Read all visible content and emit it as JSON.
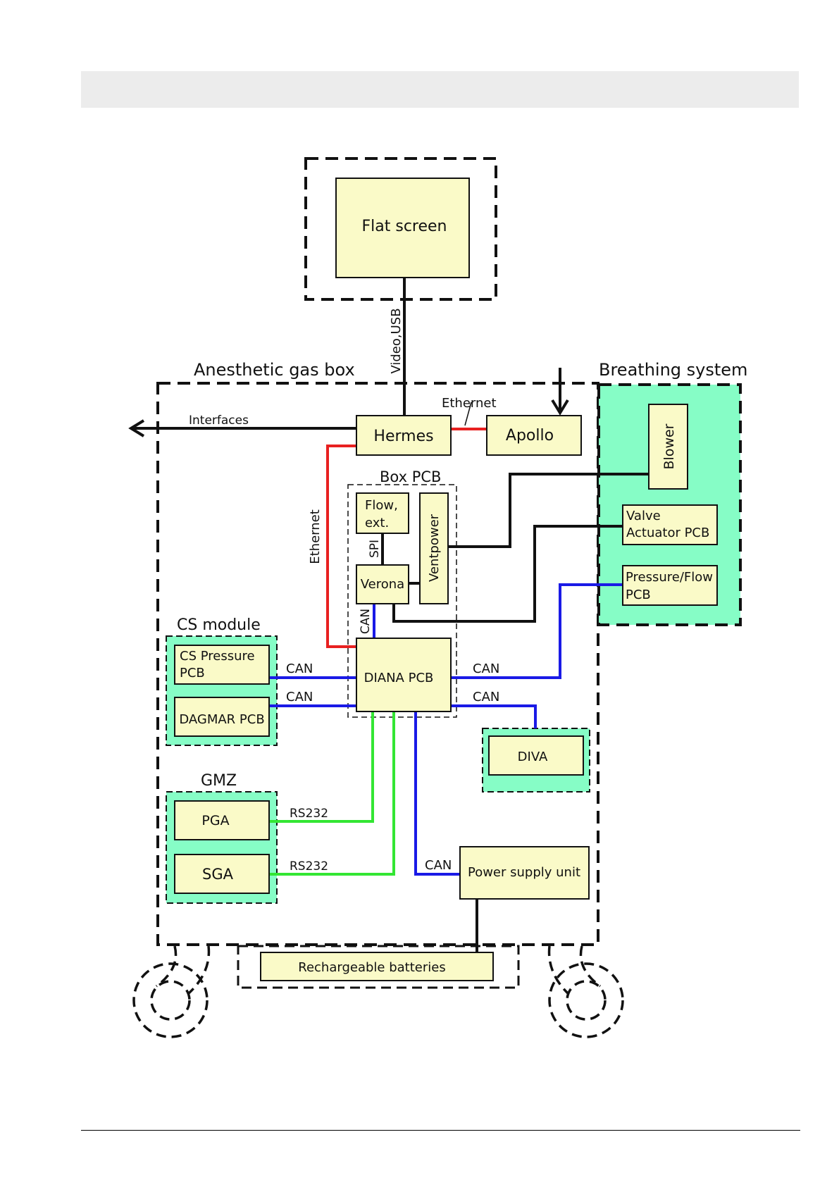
{
  "colors": {
    "box_fill": "#fafac8",
    "group_fill": "#86fdc6",
    "ethernet": "#e82020",
    "can": "#1a1ae6",
    "rs232": "#33e633",
    "generic": "#111111"
  },
  "groups": {
    "display": "",
    "gas_box": "Anesthetic gas box",
    "breathing": "Breathing system",
    "box_pcb": "Box PCB",
    "cs_module": "CS module",
    "gmz": "GMZ",
    "diva_group": "",
    "battery_tray": ""
  },
  "blocks": {
    "flat_screen": "Flat screen",
    "hermes": "Hermes",
    "apollo": "Apollo",
    "blower": "Blower",
    "valve_1": "Valve",
    "valve_2": "Actuator PCB",
    "pressure_1": "Pressure/Flow",
    "pressure_2": "PCB",
    "flow_1": "Flow,",
    "flow_2": "ext.",
    "ventpower": "Ventpower",
    "verona": "Verona",
    "diana": "DIANA PCB",
    "cs_pressure_1": "CS Pressure",
    "cs_pressure_2": "PCB",
    "dagmar": "DAGMAR PCB",
    "diva": "DIVA",
    "pga": "PGA",
    "sga": "SGA",
    "power_supply": "Power supply unit",
    "batteries": "Rechargeable batteries"
  },
  "connections": {
    "video_usb": "Video,USB",
    "ethernet_apollo": "Ethernet",
    "ethernet_diana": "Ethernet",
    "interfaces": "Interfaces",
    "spi": "SPI",
    "can_verona": "CAN",
    "can_cs": "CAN",
    "can_dagmar": "CAN",
    "can_pressure": "CAN",
    "can_diva": "CAN",
    "rs232_pga": "RS232",
    "rs232_sga": "RS232",
    "can_psu": "CAN"
  }
}
